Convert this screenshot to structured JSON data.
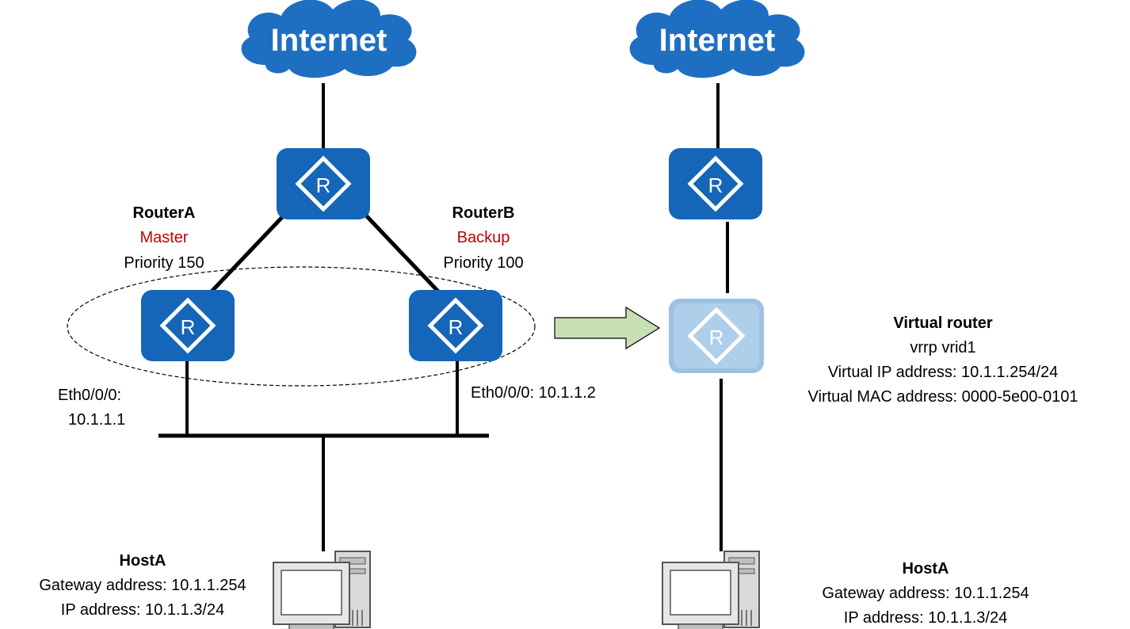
{
  "left": {
    "internet_label": "Internet",
    "router_a": {
      "name": "RouterA",
      "role": "Master",
      "priority": "Priority 150",
      "iface_line1": "Eth0/0/0:",
      "iface_line2": "10.1.1.1"
    },
    "router_b": {
      "name": "RouterB",
      "role": "Backup",
      "priority": "Priority 100",
      "iface": "Eth0/0/0: 10.1.1.2"
    },
    "host": {
      "name": "HostA",
      "gateway": "Gateway address: 10.1.1.254",
      "ip": "IP address: 10.1.1.3/24"
    }
  },
  "right": {
    "internet_label": "Internet",
    "virtual_router": {
      "title": "Virtual router",
      "vrid": "vrrp vrid1",
      "vip": "Virtual IP address: 10.1.1.254/24",
      "vmac": "Virtual MAC address: 0000-5e00-0101"
    },
    "host": {
      "name": "HostA",
      "gateway": "Gateway address: 10.1.1.254",
      "ip": "IP address: 10.1.1.3/24"
    }
  },
  "router_glyph": "R",
  "colors": {
    "router_blue": "#1565b8",
    "cloud_blue": "#1e6fc2",
    "role_red": "#c00000",
    "arrow_fill": "#c6e0b4",
    "virtual_router": "#9cc1e3"
  }
}
